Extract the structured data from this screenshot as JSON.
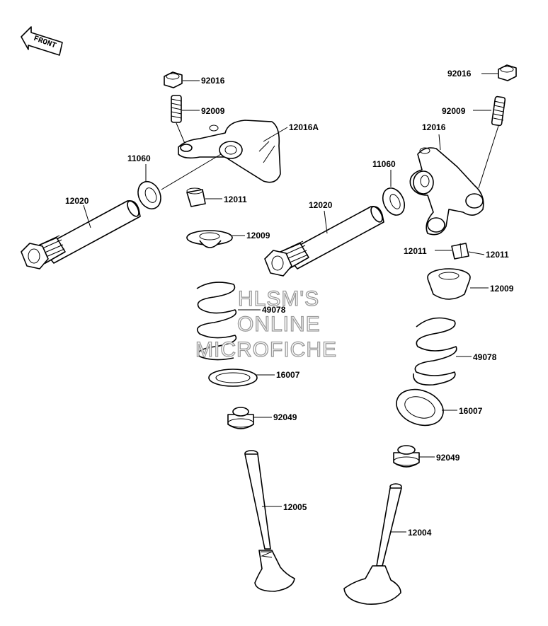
{
  "front_label": "FRONT",
  "watermark": {
    "line1": "HLSM'S",
    "line2": "ONLINE",
    "line3": "MICROFICHE"
  },
  "callouts": {
    "nut_left": "92016",
    "stud_left": "92009",
    "rocker_arm_left": "12016A",
    "washer_left": "11060",
    "shaft_left": "12020",
    "cotter_left": "12011",
    "retainer_left": "12009",
    "spring_left": "49078",
    "seat_left": "16007",
    "seal_left": "92049",
    "valve_left": "12005",
    "nut_right": "92016",
    "stud_right": "92009",
    "rocker_arm_right": "12016",
    "washer_right": "11060",
    "shaft_right": "12020",
    "cotter_right_a": "12011",
    "cotter_right_b": "12011",
    "retainer_right": "12009",
    "spring_right": "49078",
    "seat_right": "16007",
    "seal_right": "92049",
    "valve_right": "12004"
  }
}
